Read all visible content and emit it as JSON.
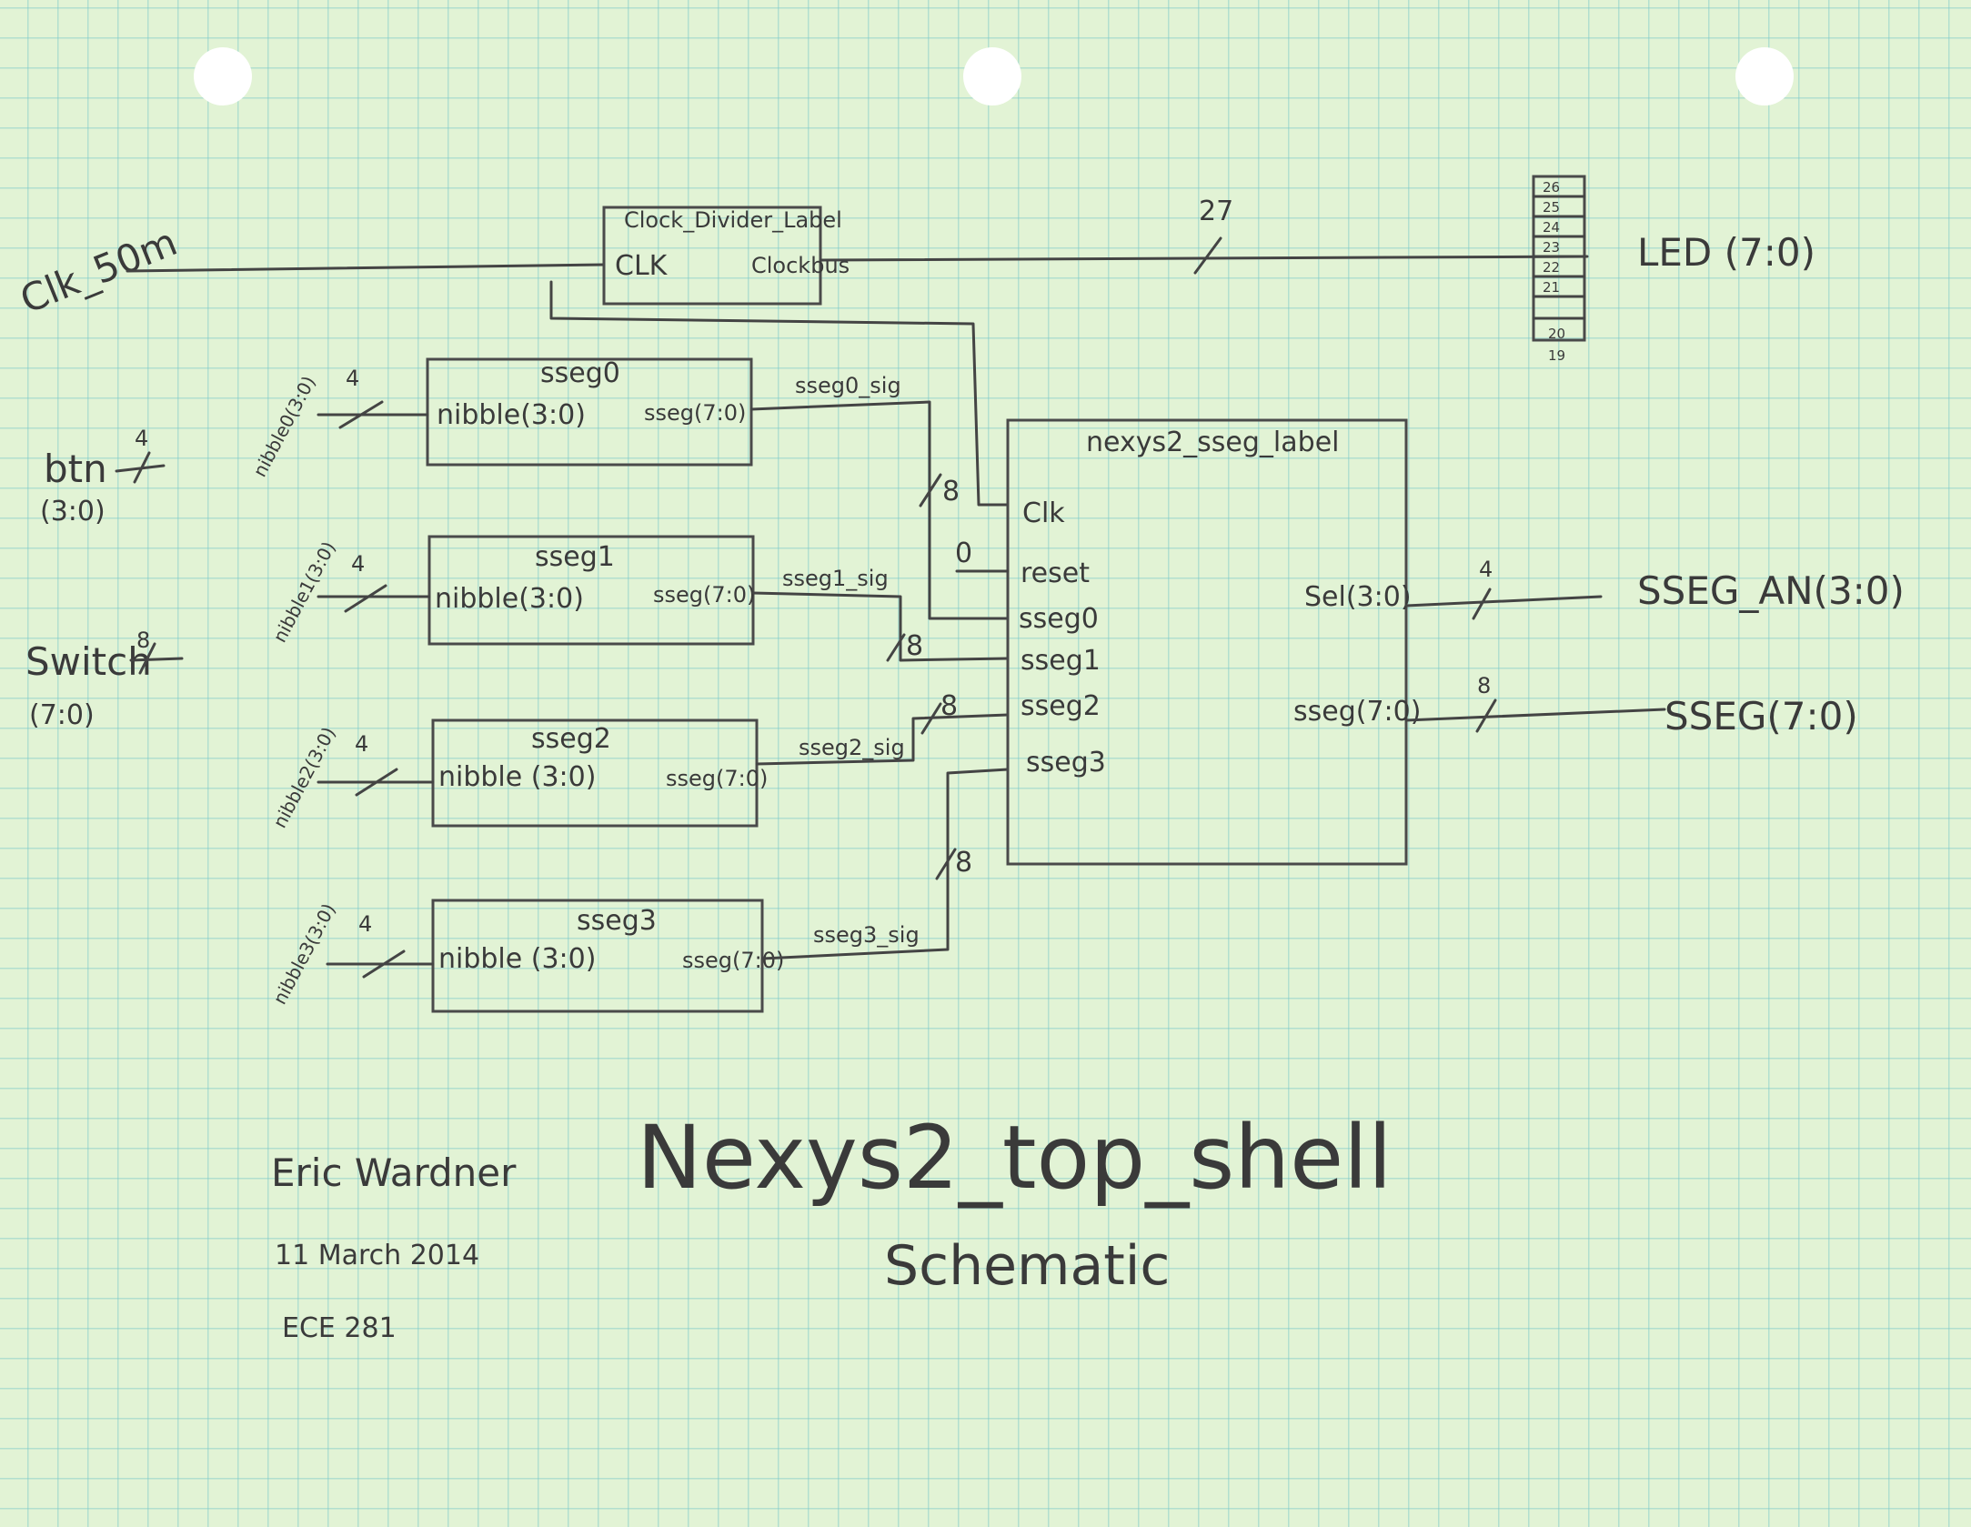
{
  "sheet": {
    "title": "Nexys2_top_shell",
    "subtitle": "Schematic",
    "author": "Eric Wardner",
    "date": "11 March 2014",
    "course": "ECE 281"
  },
  "inputs": {
    "clk": "Clk_50m",
    "btn": "btn",
    "btn_range": "(3:0)",
    "btn_width": "4",
    "switch": "Switch",
    "switch_range": "(7:0)",
    "switch_width": "8"
  },
  "clock_divider": {
    "label": "Clock_Divider_Label",
    "port_in": "CLK",
    "port_out": "Clockbus",
    "bus_width": "27"
  },
  "led_bus": {
    "output": "LED (7:0)",
    "bits": [
      "26",
      "25",
      "24",
      "23",
      "22",
      "21",
      "20",
      "19"
    ]
  },
  "sseg_blocks": [
    {
      "label": "sseg0",
      "in_port": "nibble(3:0)",
      "out_port": "sseg(7:0)",
      "input": "nibble0(3:0)",
      "in_width": "4",
      "signal": "sseg0_sig"
    },
    {
      "label": "sseg1",
      "in_port": "nibble(3:0)",
      "out_port": "sseg(7:0)",
      "input": "nibble1(3:0)",
      "in_width": "4",
      "signal": "sseg1_sig"
    },
    {
      "label": "sseg2",
      "in_port": "nibble (3:0)",
      "out_port": "sseg(7:0)",
      "input": "nibble2(3:0)",
      "in_width": "4",
      "signal": "sseg2_sig"
    },
    {
      "label": "sseg3",
      "in_port": "nibble (3:0)",
      "out_port": "sseg(7:0)",
      "input": "nibble3(3:0)",
      "in_width": "4",
      "signal": "sseg3_sig"
    }
  ],
  "nexys": {
    "label": "nexys2_sseg_label",
    "ports_in": [
      "Clk",
      "reset",
      "sseg0",
      "sseg1",
      "sseg2",
      "sseg3"
    ],
    "sel_port": "Sel(3:0)",
    "sseg_port": "sseg(7:0)",
    "reset_value": "0",
    "bus_width": "8"
  },
  "outputs": {
    "an": "SSEG_AN(3:0)",
    "an_width": "4",
    "sseg": "SSEG(7:0)",
    "sseg_width": "8"
  }
}
